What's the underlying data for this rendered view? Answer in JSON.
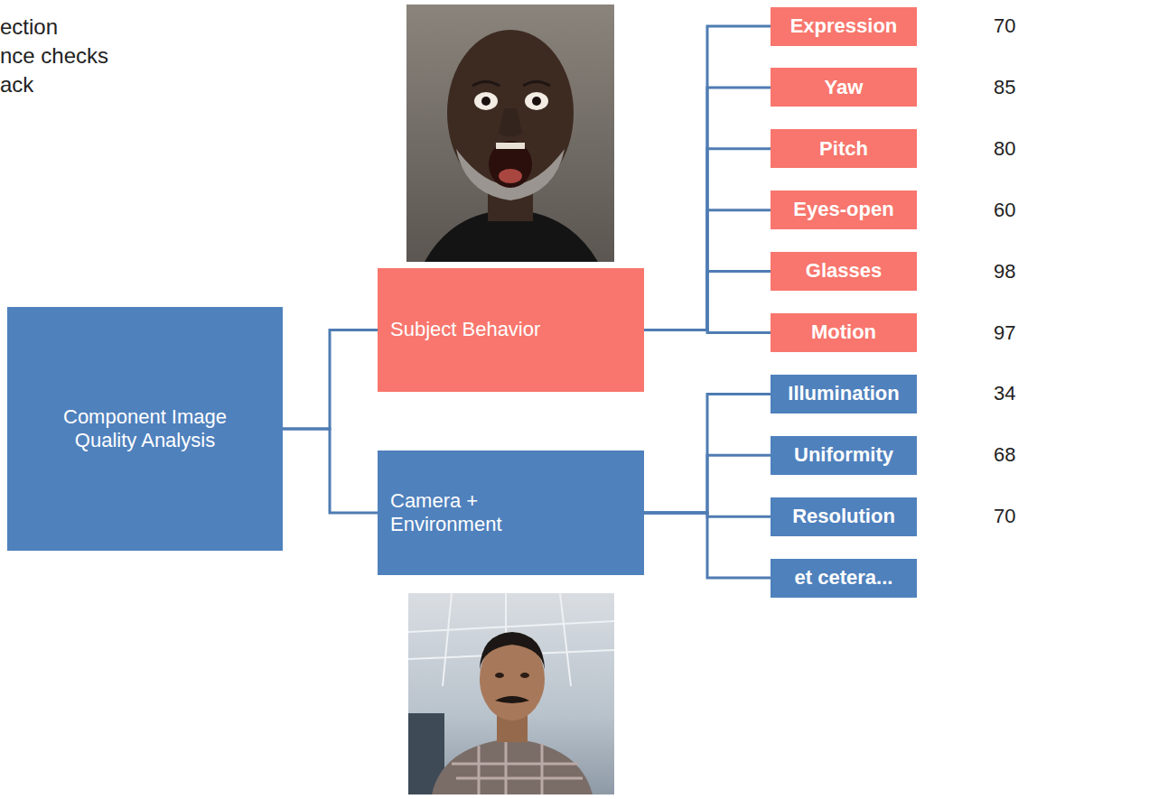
{
  "diagram": {
    "nodes": [
      {
        "text": [
          "Component Image Quality Analysis"
        ]
      },
      {
        "text": [
          "Subject Behavior"
        ]
      },
      {
        "text": [
          "Camera + Environment"
        ]
      },
      {
        "text": [
          "Expression"
        ]
      },
      {
        "text": [
          "Yaw"
        ]
      },
      {
        "text": [
          "Pitch"
        ]
      },
      {
        "text": [
          "Eyes-open"
        ]
      },
      {
        "text": [
          "Glasses"
        ]
      },
      {
        "text": [
          "Motion"
        ]
      },
      {
        "text": [
          "Illumination"
        ]
      },
      {
        "text": [
          "Uniformity"
        ]
      },
      {
        "text": [
          "Resolution"
        ]
      },
      {
        "text": [
          "et cetera..."
        ]
      }
    ],
    "edges": [
      {
        "from": 0,
        "to": 1,
        "arrow": "none"
      },
      {
        "from": 0,
        "to": 2,
        "arrow": "none"
      },
      {
        "from": 1,
        "to": 3,
        "arrow": "none"
      },
      {
        "from": 1,
        "to": 4,
        "arrow": "none"
      },
      {
        "from": 1,
        "to": 5,
        "arrow": "none"
      },
      {
        "from": 1,
        "to": 6,
        "arrow": "none"
      },
      {
        "from": 1,
        "to": 7,
        "arrow": "none"
      },
      {
        "from": 1,
        "to": 8,
        "arrow": "none"
      },
      {
        "from": 2,
        "to": 9,
        "arrow": "none"
      },
      {
        "from": 2,
        "to": 10,
        "arrow": "none"
      },
      {
        "from": 2,
        "to": 11,
        "arrow": "none"
      },
      {
        "from": 2,
        "to": 12,
        "arrow": "none"
      }
    ],
    "labels": [
      "ection",
      "nce checks",
      "ack",
      "70",
      "85",
      "80",
      "60",
      "98",
      "97",
      "34",
      "68",
      "70"
    ]
  }
}
